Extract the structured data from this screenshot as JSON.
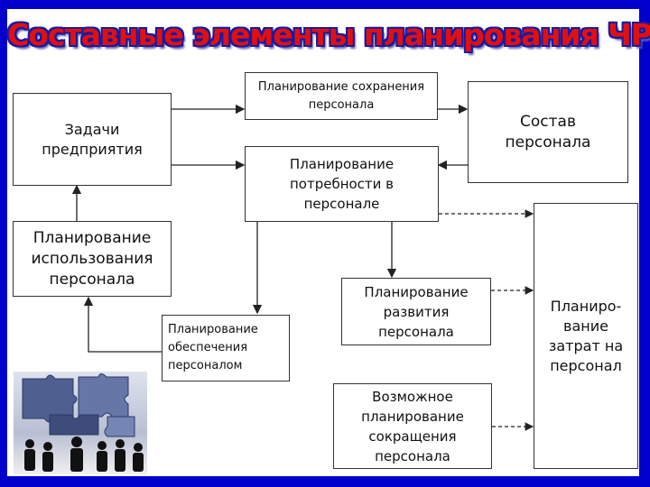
{
  "title": "Составные элементы планирования ЧР",
  "boxes": {
    "retention": "Планирование сохранения персонала",
    "tasks": "Задачи предприятия",
    "staff": "Состав персонала",
    "needs": "Планирование потребности в персонале",
    "usage": "Планирование использования персонала",
    "provision": "Планирование обеспечения персоналом",
    "development": "Планирование развития персонала",
    "costs": "Планиро-вание затрат на персонал",
    "reduction": "Возможное планирование сокращения персонала"
  },
  "colors": {
    "background": "#0000cc",
    "title_fill": "#e01010",
    "title_outline": "#1a1aa0"
  },
  "image": {
    "icon": "puzzle-people-image"
  }
}
